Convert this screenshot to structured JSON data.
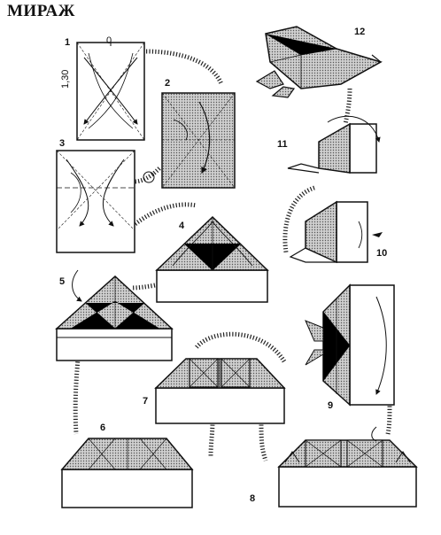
{
  "title": "МИРАЖ",
  "steps": [
    {
      "n": "1"
    },
    {
      "n": "2"
    },
    {
      "n": "3"
    },
    {
      "n": "4"
    },
    {
      "n": "5"
    },
    {
      "n": "6"
    },
    {
      "n": "7"
    },
    {
      "n": "8"
    },
    {
      "n": "9"
    },
    {
      "n": "10"
    },
    {
      "n": "11"
    },
    {
      "n": "12"
    }
  ],
  "annotations": {
    "step1_top": "0",
    "step1_side": "1,30"
  },
  "colors": {
    "line": "#111111",
    "shade": "#b5b5b5",
    "paper": "#ffffff"
  }
}
